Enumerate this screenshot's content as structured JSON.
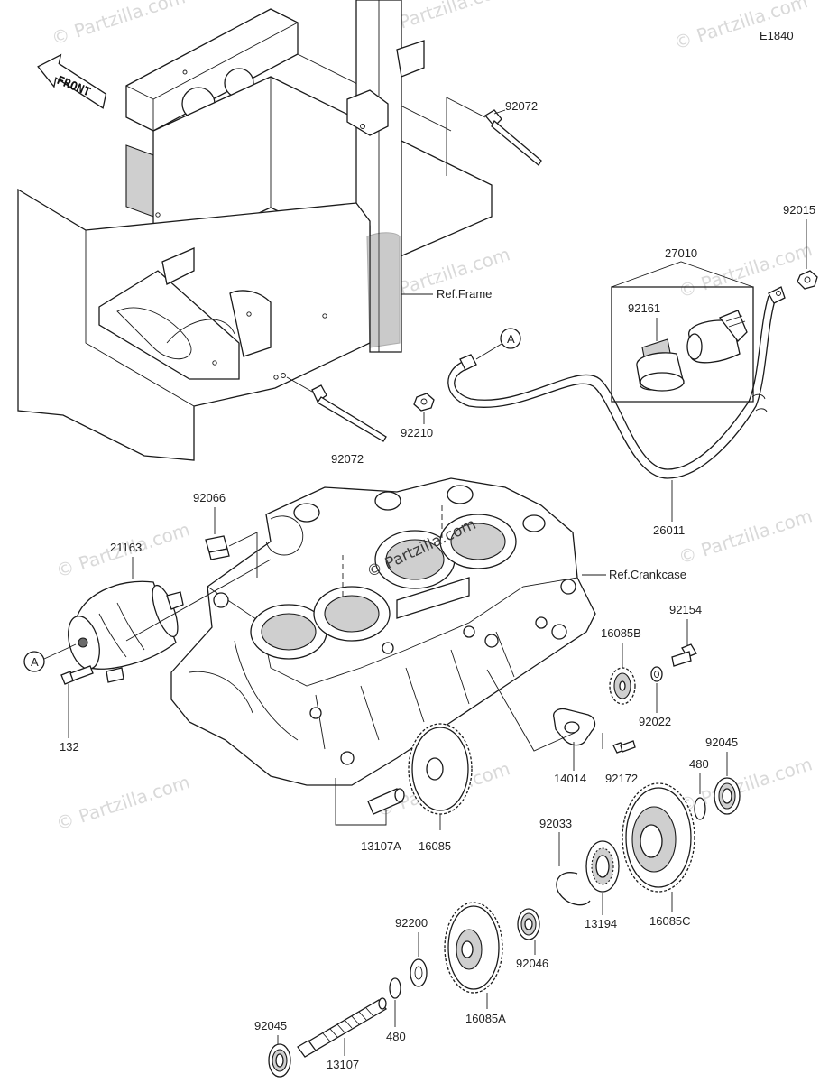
{
  "diagram_code": "E1840",
  "front_label": "FRONT",
  "ref_frame": "Ref.Frame",
  "ref_crankcase": "Ref.Crankcase",
  "watermark_small": "© Partzilla.com",
  "watermark_center": "© Partzilla.com",
  "callout_a": "A",
  "parts": {
    "p92072_top": "92072",
    "p92072_bottom": "92072",
    "p27010": "27010",
    "p92015": "92015",
    "p92161": "92161",
    "p92210": "92210",
    "p26011": "26011",
    "p92066": "92066",
    "p21163": "21163",
    "p132": "132",
    "p92154": "92154",
    "p16085B": "16085B",
    "p92022": "92022",
    "p92172": "92172",
    "p14014": "14014",
    "p92045_right": "92045",
    "p480_right": "480",
    "p13107A": "13107A",
    "p16085": "16085",
    "p92033": "92033",
    "p13194": "13194",
    "p16085C": "16085C",
    "p92200": "92200",
    "p92046": "92046",
    "p92045_left": "92045",
    "p480_left": "480",
    "p16085A": "16085A",
    "p13107": "13107"
  }
}
